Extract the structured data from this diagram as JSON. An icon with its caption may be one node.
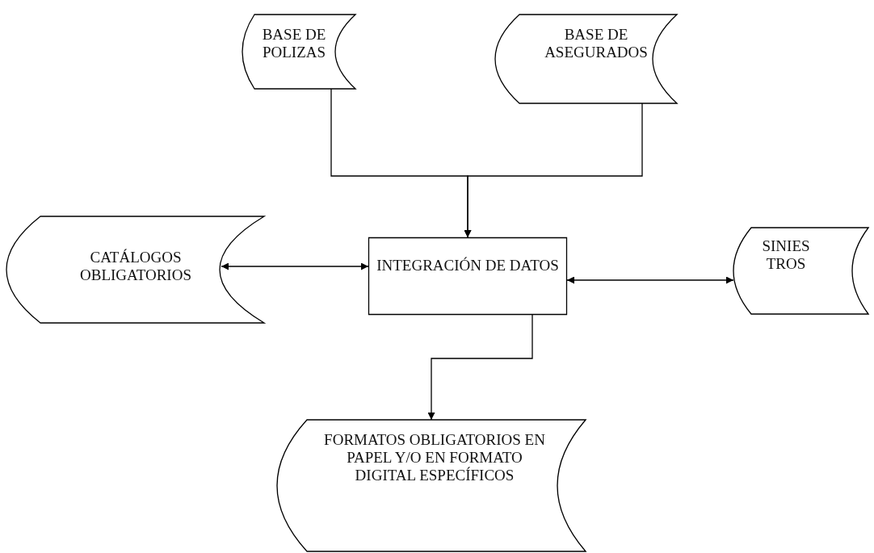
{
  "diagram": {
    "nodes": [
      {
        "text": [
          "BASE DE POLIZAS"
        ]
      },
      {
        "text": [
          "BASE DE ASEGURADOS"
        ]
      },
      {
        "text": [
          "INTEGRACIÓN DE DATOS"
        ]
      },
      {
        "text": [
          "CATÁLOGOS OBLIGATORIOS"
        ]
      },
      {
        "text": [
          "SINIES TROS"
        ]
      },
      {
        "text": [
          "FORMATOS OBLIGATORIOS EN PAPEL Y/O EN FORMATO DIGITAL ESPECÍFICOS"
        ]
      }
    ],
    "edges": [
      {
        "from": 0,
        "to": 2,
        "arrow": "to"
      },
      {
        "from": 1,
        "to": 2,
        "arrow": "to"
      },
      {
        "from": 3,
        "to": 2,
        "arrow": "both"
      },
      {
        "from": 2,
        "to": 4,
        "arrow": "both"
      },
      {
        "from": 2,
        "to": 5,
        "arrow": "to"
      }
    ]
  }
}
